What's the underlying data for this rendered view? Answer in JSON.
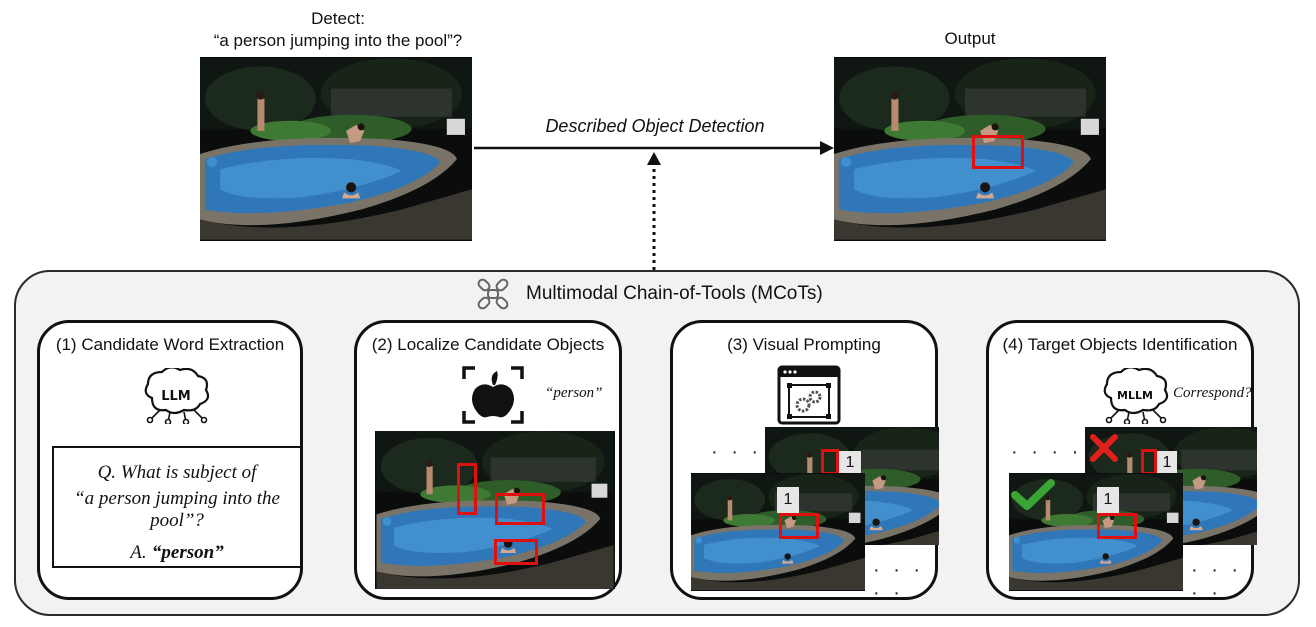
{
  "top": {
    "detect_line1": "Detect:",
    "detect_line2": "“a person jumping into the pool”?",
    "output_label": "Output",
    "arrow_label": "Described Object Detection"
  },
  "mcot": {
    "title": "Multimodal Chain-of-Tools (MCoTs)",
    "icon": "chain-link-icon"
  },
  "steps": [
    {
      "title": "(1) Candidate Word Extraction",
      "icon": "llm-brain-icon",
      "icon_text": "LLM",
      "question_line1": "Q. What is subject of",
      "question_line2": "“a person jumping into the pool”?",
      "answer_prefix": "A.",
      "answer_word": "“person”"
    },
    {
      "title": "(2) Localize Candidate Objects",
      "icon": "apple-detection-icon",
      "prompt_word": "“person”"
    },
    {
      "title": "(3) Visual Prompting",
      "icon": "settings-window-icon",
      "dots_top": "· · · · ·",
      "dots_bottom": "· · · · ·",
      "badge_back": "1",
      "badge_front": "1"
    },
    {
      "title": "(4) Target Objects Identification",
      "icon": "mllm-brain-icon",
      "icon_text": "MLLM",
      "question": "Correspond?",
      "dots_top": "· · · · ·",
      "dots_bottom": "· · · · ·",
      "badge_back": "1",
      "badge_front": "1",
      "reject_icon": "cross-icon",
      "accept_icon": "check-icon"
    }
  ],
  "colors": {
    "bbox": "#e01010",
    "panel_bg": "#f2f2f2",
    "check": "#3aa535",
    "cross": "#e0201a"
  }
}
